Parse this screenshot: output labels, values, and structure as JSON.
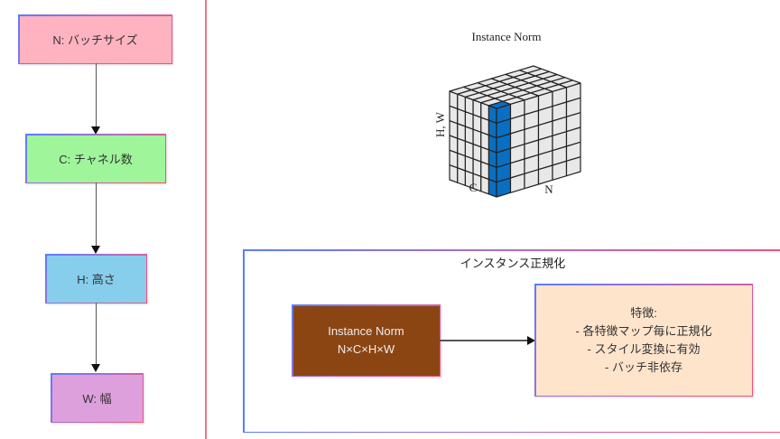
{
  "left_flow": {
    "nodes": [
      {
        "id": "N",
        "label": "N: バッチサイズ",
        "fill": "#ffb3c0"
      },
      {
        "id": "C",
        "label": "C: チャネル数",
        "fill": "#9ef59a"
      },
      {
        "id": "H",
        "label": "H: 高さ",
        "fill": "#86ceeb"
      },
      {
        "id": "W",
        "label": "W: 幅",
        "fill": "#dda0dc"
      }
    ]
  },
  "cube": {
    "title": "Instance Norm",
    "axis_labels": {
      "vertical": "H, W",
      "left": "C",
      "right": "N"
    },
    "grid_size": 6,
    "highlight_color": "#0a6fc2",
    "face_color": "#e8e8e8"
  },
  "group": {
    "title": "インスタンス正規化",
    "norm_box": {
      "lines": [
        "Instance Norm",
        "N×C×H×W"
      ],
      "fill": "#8b4513",
      "text_color": "#eeeeee"
    },
    "features_box": {
      "lines": [
        "特徴:",
        "- 各特徴マップ毎に正規化",
        "- スタイル変換に有効",
        "- バッチ非依存"
      ],
      "fill": "#ffe4cc"
    }
  },
  "colors": {
    "divider": "#e8768f",
    "edge": "#555555",
    "arrow": "#111111"
  }
}
